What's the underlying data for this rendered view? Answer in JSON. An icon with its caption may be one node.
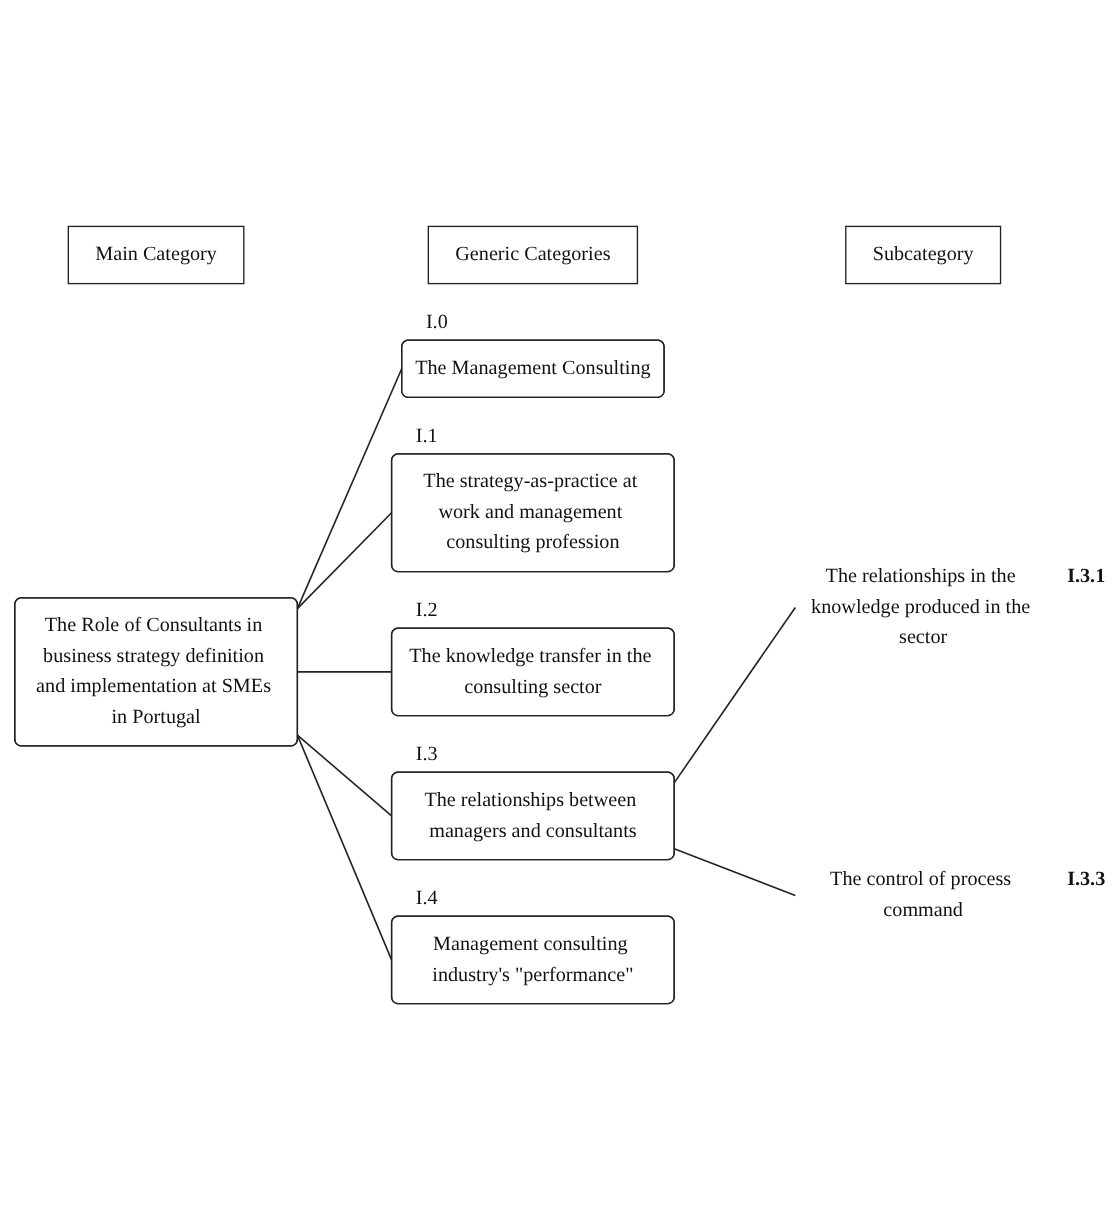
{
  "diagram": {
    "nodes": [
      {
        "text": [
          "Main Category"
        ]
      },
      {
        "text": [
          "Generic Categories"
        ]
      },
      {
        "text": [
          "Subcategory"
        ]
      },
      {
        "text": [
          "The Role of Consultants in business strategy definition and implementation at SMEs in Portugal"
        ]
      },
      {
        "text": [
          "The Management Consulting"
        ],
        "beside": [
          "I.0"
        ]
      },
      {
        "text": [
          "The strategy-as-practice at work and management consulting profession"
        ],
        "beside": [
          "I.1"
        ]
      },
      {
        "text": [
          "The knowledge transfer in the consulting sector"
        ],
        "beside": [
          "I.2"
        ]
      },
      {
        "text": [
          "The relationships between managers and consultants"
        ],
        "beside": [
          "I.3"
        ]
      },
      {
        "text": [
          "The relationships in the knowledge produced in the sector"
        ],
        "beside": [
          "I.3.1"
        ]
      },
      {
        "text": [
          "The control of process command"
        ],
        "beside": [
          "I.3.3"
        ]
      },
      {
        "text": [
          "Management consulting industry's \"performance\""
        ],
        "beside": [
          "I.4"
        ]
      }
    ],
    "edges": [
      {
        "from": 3,
        "to": 4,
        "arrow": "none"
      },
      {
        "from": 3,
        "to": 5,
        "arrow": "none"
      },
      {
        "from": 3,
        "to": 6,
        "arrow": "none"
      },
      {
        "from": 3,
        "to": 7,
        "arrow": "none"
      },
      {
        "from": 3,
        "to": 10,
        "arrow": "none"
      },
      {
        "from": 7,
        "to": 8,
        "arrow": "none"
      },
      {
        "from": 7,
        "to": 9,
        "arrow": "none"
      }
    ]
  }
}
